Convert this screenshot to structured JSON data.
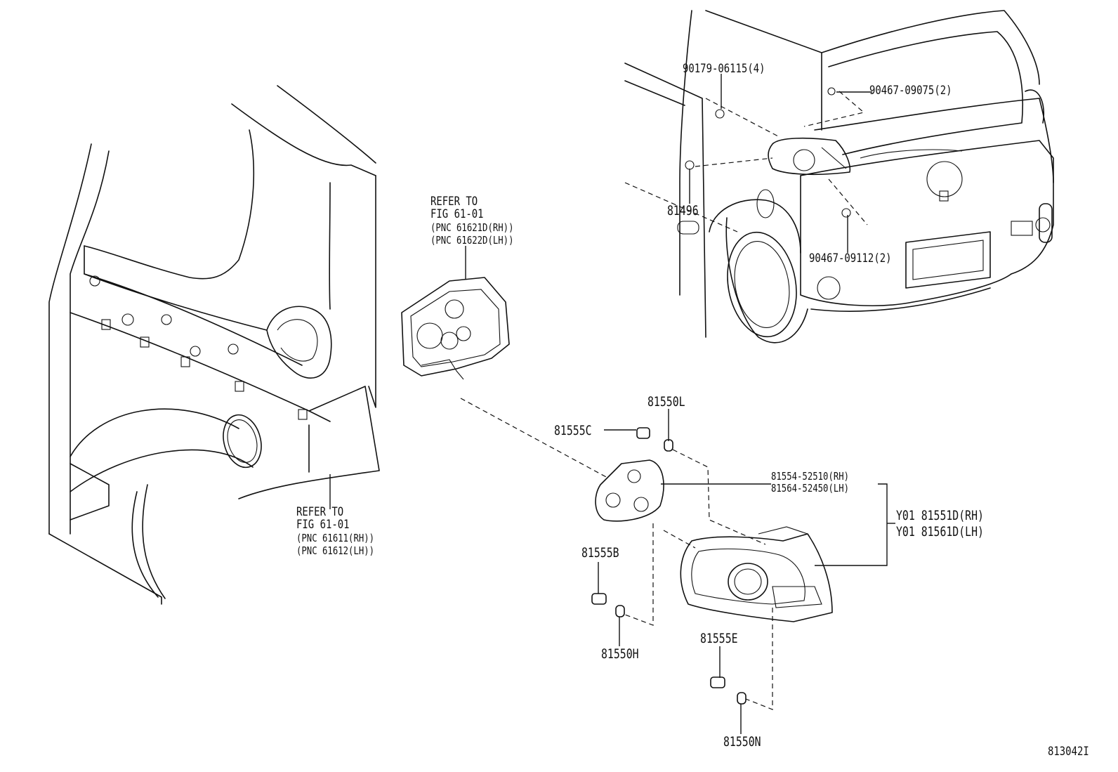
{
  "labels": {
    "refer_top": [
      "REFER TO",
      "FIG 61-01",
      "(PNC 61621D(RH))",
      "(PNC 61622D(LH))"
    ],
    "refer_bottom": [
      "REFER TO",
      "FIG 61-01",
      "(PNC 61611(RH))",
      "(PNC 61612(LH))"
    ],
    "p_90179": "90179-06115(4)",
    "p_90467_09075": "90467-09075(2)",
    "p_81496": "81496",
    "p_90467_09112": "90467-09112(2)",
    "p_81550L": "81550L",
    "p_81555C": "81555C",
    "p_81554": "81554-52510(RH)",
    "p_81564": "81564-52450(LH)",
    "p_81551D": "Y01 81551D(RH)",
    "p_81561D": "Y01 81561D(LH)",
    "p_81555B": "81555B",
    "p_81550H": "81550H",
    "p_81555E": "81555E",
    "p_81550N": "81550N",
    "figure_id": "813042I"
  }
}
